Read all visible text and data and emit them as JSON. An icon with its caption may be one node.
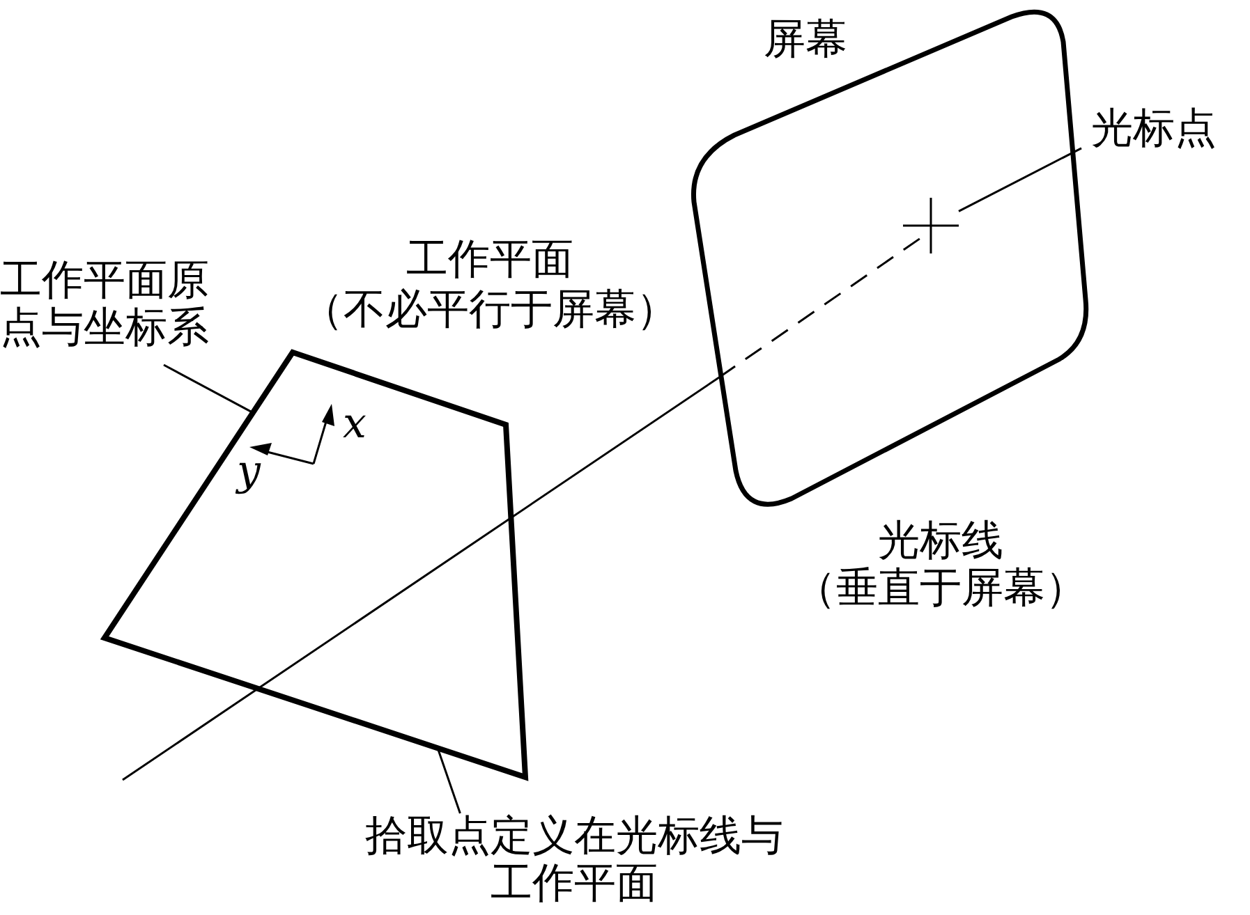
{
  "diagram": {
    "nodes": [
      {
        "text": [
          "屏幕"
        ]
      },
      {
        "text": [],
        "shape": "cross",
        "in": 0
      },
      {
        "text": [
          "光标点"
        ]
      },
      {
        "text": [
          "工作平面",
          "（不必平行于屏幕）"
        ]
      },
      {
        "text": [
          "工作平面原点与坐标系"
        ]
      },
      {
        "text": [
          "拾取点定义在光标线与工作平面"
        ]
      }
    ],
    "edges": [
      {
        "from": 2,
        "to": 1,
        "arrow": "none"
      },
      {
        "from": 4,
        "to": 3,
        "arrow": "none"
      },
      {
        "from": 5,
        "to": 3,
        "arrow": "none"
      }
    ],
    "labels": [
      "x",
      "y",
      "光标线",
      "（垂直于屏幕）"
    ]
  }
}
